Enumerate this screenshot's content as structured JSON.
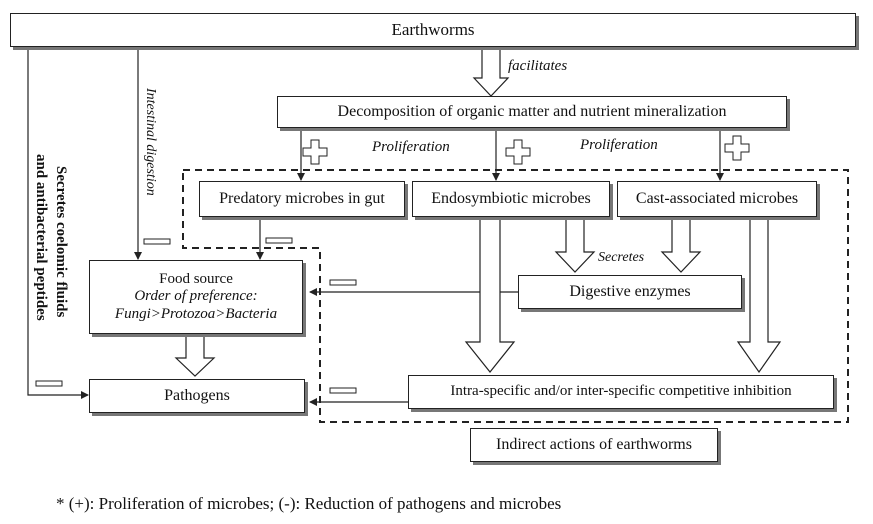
{
  "nodes": {
    "earthworms": "Earthworms",
    "decomposition": "Decomposition of organic matter and nutrient mineralization",
    "predatory": "Predatory microbes in gut",
    "endosymbiotic": "Endosymbiotic microbes",
    "cast": "Cast-associated microbes",
    "food_title": "Food source",
    "food_pref": "Order of preference:",
    "food_order": "Fungi>Protozoa>Bacteria",
    "enzymes": "Digestive enzymes",
    "pathogens": "Pathogens",
    "competitive": "Intra-specific and/or inter-specific competitive inhibition",
    "indirect": "Indirect actions of earthworms"
  },
  "edge_labels": {
    "facilitates": "facilitates",
    "proliferation_left": "Proliferation",
    "proliferation_right": "Proliferation",
    "secretes": "Secretes",
    "intestinal": "Intestinal digestion",
    "secretes_coelomic_1": "Secretes coelomic fluids",
    "secretes_coelomic_2": "and antibacterial peptides"
  },
  "footnote": "* (+): Proliferation of microbes; (-): Reduction of pathogens and microbes"
}
